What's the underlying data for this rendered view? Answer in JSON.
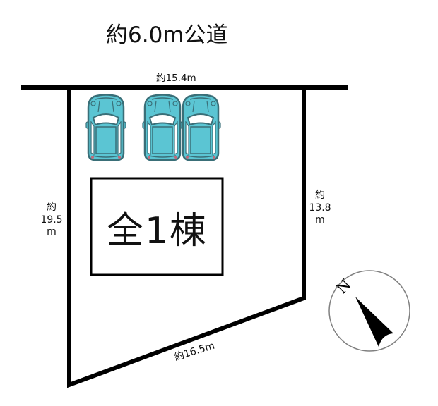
{
  "road": {
    "label": "約6.0m公道"
  },
  "lot": {
    "dimensions": {
      "top": "約15.4m",
      "left": {
        "prefix": "約",
        "value": "19.5",
        "unit": "m"
      },
      "right": {
        "prefix": "約",
        "value": "13.8",
        "unit": "m"
      },
      "bottom": "約16.5m"
    },
    "house_label": "全1棟",
    "parking_spaces": 3
  },
  "compass": {
    "label": "N"
  },
  "colors": {
    "line": "#000000",
    "car_body": "#5bc5d3",
    "car_outline": "#3a6f78",
    "car_glass": "#ffffff",
    "compass_ring": "#808080"
  }
}
